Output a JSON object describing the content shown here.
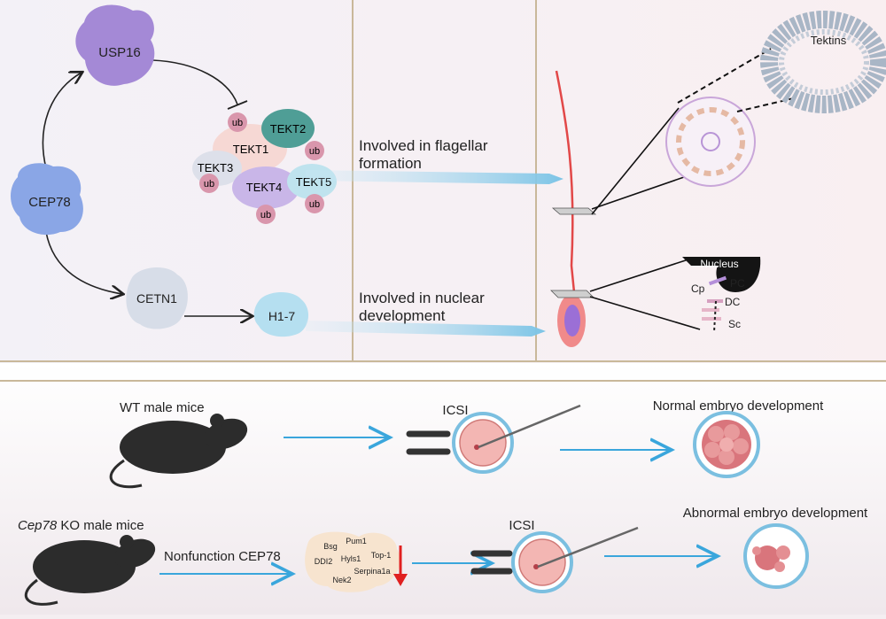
{
  "top": {
    "proteins": {
      "usp16": "USP16",
      "cep78": "CEP78",
      "cetn1": "CETN1",
      "h17": "H1-7",
      "tekt1": "TEKT1",
      "tekt2": "TEKT2",
      "tekt3": "TEKT3",
      "tekt4": "TEKT4",
      "tekt5": "TEKT5",
      "ub": "ub"
    },
    "arrows": {
      "flagellar_line1": "Involved in flagellar",
      "flagellar_line2": "formation",
      "nuclear_line1": "Involved in nuclear",
      "nuclear_line2": "development"
    },
    "sperm_labels": {
      "tektins": "Tektins",
      "nucleus": "Nucleus",
      "pc": "PC",
      "cp": "Cp",
      "dc": "DC",
      "sc": "Sc"
    }
  },
  "bottom": {
    "wt_label": "WT male mice",
    "ko_label_italic": "Cep78",
    "ko_label_rest": " KO male mice",
    "icsi": "ICSI",
    "normal": "Normal embryo development",
    "abnormal": "Abnormal embryo development",
    "nonfunction": "Nonfunction CEP78",
    "genes": [
      "Bsg",
      "Pum1",
      "DDI2",
      "Hyls1",
      "Top-1",
      "Serpina1a",
      "Nek2"
    ]
  },
  "colors": {
    "arrow_blue": "#3aa6dc",
    "usp16": "#a489d6",
    "cep78": "#8aa6e6",
    "cetn1": "#d7dde8",
    "h17": "#b5dff0",
    "ub": "#d996ac",
    "tekt2": "#4f9e96",
    "mouse": "#2c2c2c",
    "down_arrow": "#e02020"
  },
  "icons": [
    "mouse-silhouette",
    "oocyte-with-pipette",
    "morula-embryo",
    "sperm-cell",
    "axoneme-cross-section",
    "down-arrow"
  ]
}
